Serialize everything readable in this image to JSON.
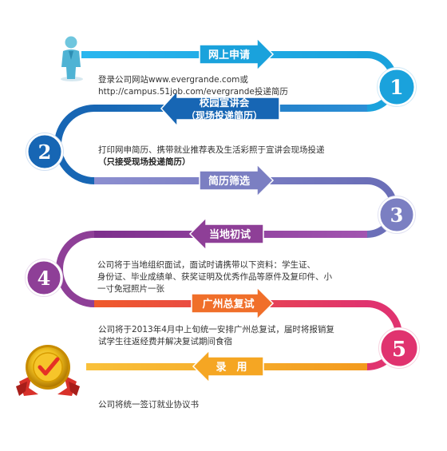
{
  "steps": [
    {
      "number": "1",
      "title": "网上申请",
      "desc": [
        "登录公司网站www.evergrande.com或",
        "http://campus.51job.com/evergrande投递简历"
      ],
      "color": "#1aa2dc"
    },
    {
      "number": "2",
      "title": "校园宣讲会",
      "subtitle": "（现场投递简历）",
      "desc": [
        "打印网申简历、携带就业推荐表及生活彩照于宣讲会现场投递"
      ],
      "note": "（只接受现场投递简历）",
      "color": "#1766b4"
    },
    {
      "number": "3",
      "title": "简历筛选",
      "color": "#7b7fc2"
    },
    {
      "number": "4",
      "title": "当地初试",
      "desc": [
        "公司将于当地组织面试，面试时请携带以下资料：学生证、",
        "身份证、毕业成绩单、获奖证明及优秀作品等原件及复印件、小",
        "一寸免冠照片一张"
      ],
      "color": "#8e3f97"
    },
    {
      "number": "5",
      "title": "广州总复试",
      "desc": [
        "公司将于2013年4月中上旬统一安排广州总复试，届时将报销复",
        "试学生往返经费并解决复试期间食宿"
      ],
      "color": "#e0336f"
    },
    {
      "title": "录　用",
      "desc": [
        "公司将统一签订就业协议书"
      ],
      "color": "#f39a1e"
    }
  ]
}
